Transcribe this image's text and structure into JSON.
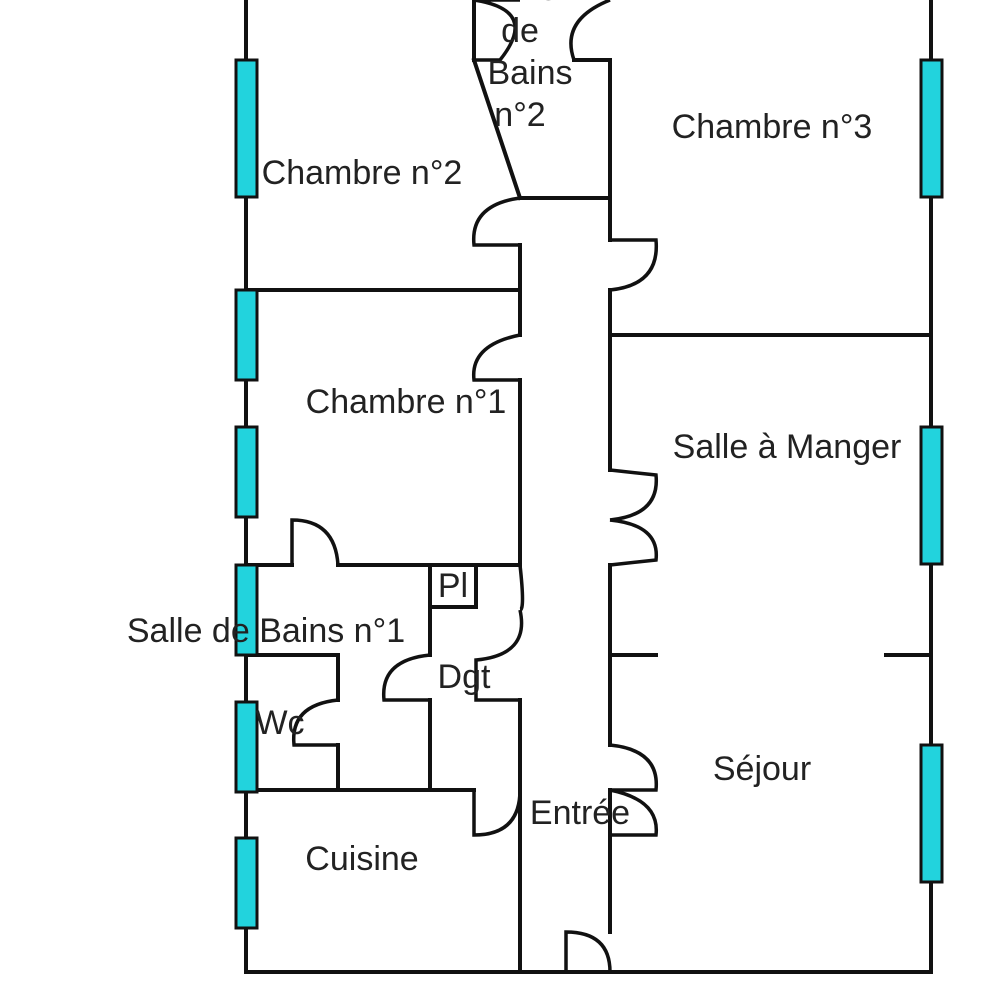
{
  "plan": {
    "rooms": {
      "sdb2_l1": "Salle",
      "sdb2_l2": "de",
      "sdb2_l3": "Bains",
      "sdb2_l4": "n°2",
      "chambre3": "Chambre n°3",
      "chambre2": "Chambre n°2",
      "chambre1": "Chambre n°1",
      "salle_manger": "Salle à Manger",
      "salle_bains1": "Salle de Bains n°1",
      "placard": "Pl",
      "degagement": "Dgt",
      "wc": "Wc",
      "sejour": "Séjour",
      "entree": "Entrée",
      "cuisine": "Cuisine"
    },
    "colors": {
      "wall": "#111111",
      "window": "#22d3dd",
      "background": "#ffffff"
    }
  }
}
